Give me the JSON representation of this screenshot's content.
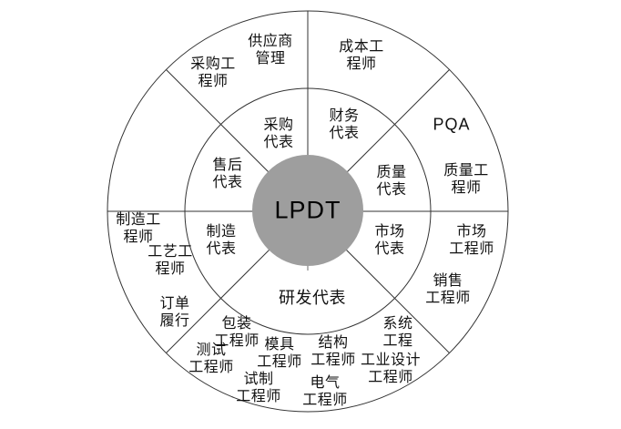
{
  "wheel": {
    "center_label": "LPDT",
    "inner_ring": {
      "procurement_rep": "采购\n代表",
      "finance_rep": "财务\n代表",
      "quality_rep": "质量\n代表",
      "market_rep": "市场\n代表",
      "rnd_rep": "研发代表",
      "manufacturing_rep": "制造\n代表",
      "aftersales_rep": "售后\n代表"
    },
    "outer_ring": {
      "procurement_engineer": "采购工\n程师",
      "supplier_management": "供应商\n管理",
      "cost_engineer": "成本工\n程师",
      "pqa": "PQA",
      "quality_engineer": "质量工\n程师",
      "market_engineer": "市场\n工程师",
      "sales_engineer": "销售\n工程师",
      "system_engineering": "系统\n工程",
      "industrial_design_engineer": "工业设计\n工程师",
      "structural_engineer": "结构\n工程师",
      "electrical_engineer": "电气\n工程师",
      "mold_engineer": "模具\n工程师",
      "trial_production_engineer": "试制\n工程师",
      "test_engineer": "测试\n工程师",
      "packaging_engineer": "包装\n工程师",
      "order_fulfillment": "订单\n履行",
      "process_engineer": "工艺工\n程师",
      "manufacturing_engineer": "制造工\n程师"
    },
    "colors": {
      "center_fill": "#9e9e9e",
      "line": "#333333",
      "background": "#ffffff"
    }
  }
}
